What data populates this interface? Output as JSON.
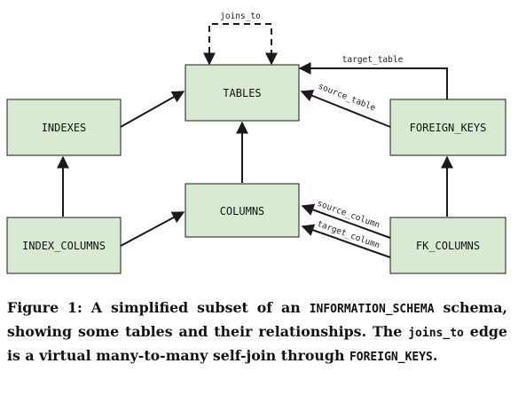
{
  "diagram": {
    "nodes": {
      "tables": "TABLES",
      "indexes": "INDEXES",
      "columns": "COLUMNS",
      "foreign_keys": "FOREIGN_KEYS",
      "index_columns": "INDEX_COLUMNS",
      "fk_columns": "FK_COLUMNS"
    },
    "edges": {
      "joins_to": "joins_to",
      "target_table": "target_table",
      "source_table": "source_table",
      "source_column": "source_column",
      "target_column": "target_column"
    }
  },
  "caption": {
    "part1": "Figure 1: A simplified subset of an ",
    "code1": "INFORMATION_SCHEMA",
    "part2": " schema, showing some tables and their relationships. The ",
    "code2": "joins_to",
    "part3": " edge is a virtual many-to-many self-join through ",
    "code3": "FOREIGN_KEYS",
    "part4": "."
  },
  "colors": {
    "node_fill": "#d9ead3",
    "stroke": "#1a1a1a"
  }
}
